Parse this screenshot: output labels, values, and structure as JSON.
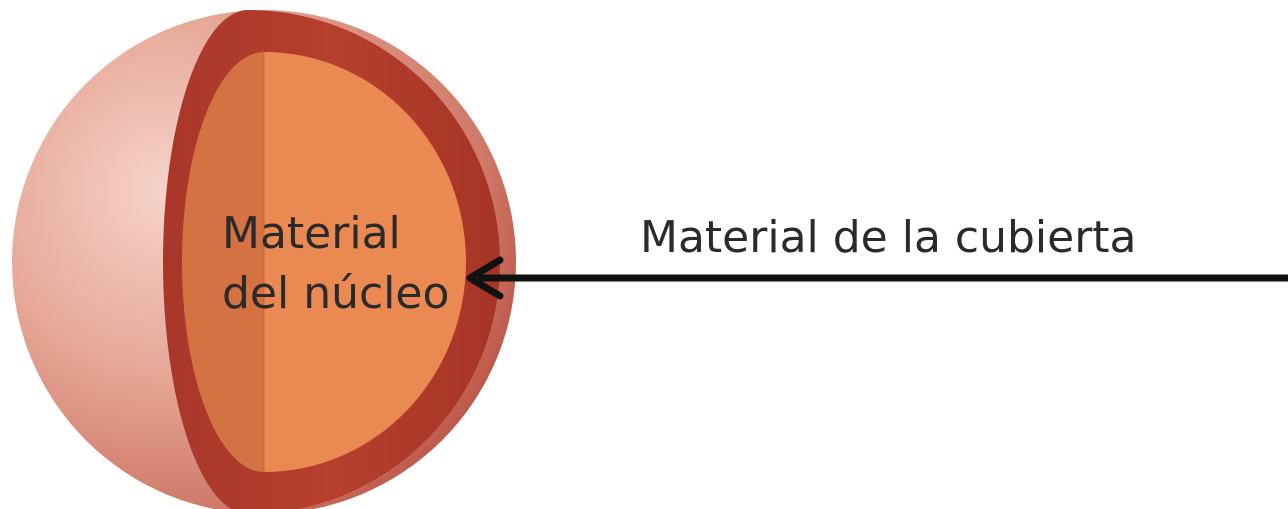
{
  "diagram": {
    "core_label_line1": "Material",
    "core_label_line2": "del núcleo",
    "shell_label": "Material de la cubierta"
  },
  "colors": {
    "sphere_outer_light": "#f3c7bd",
    "sphere_outer_mid": "#d9826f",
    "sphere_outer_dark": "#b2473a",
    "shell_cut": "#b23a2b",
    "shell_cut_dark": "#9e3023",
    "core_left": "#d97443",
    "core_right": "#eb8a52",
    "text": "#2a2a2a",
    "arrow": "#111111"
  }
}
